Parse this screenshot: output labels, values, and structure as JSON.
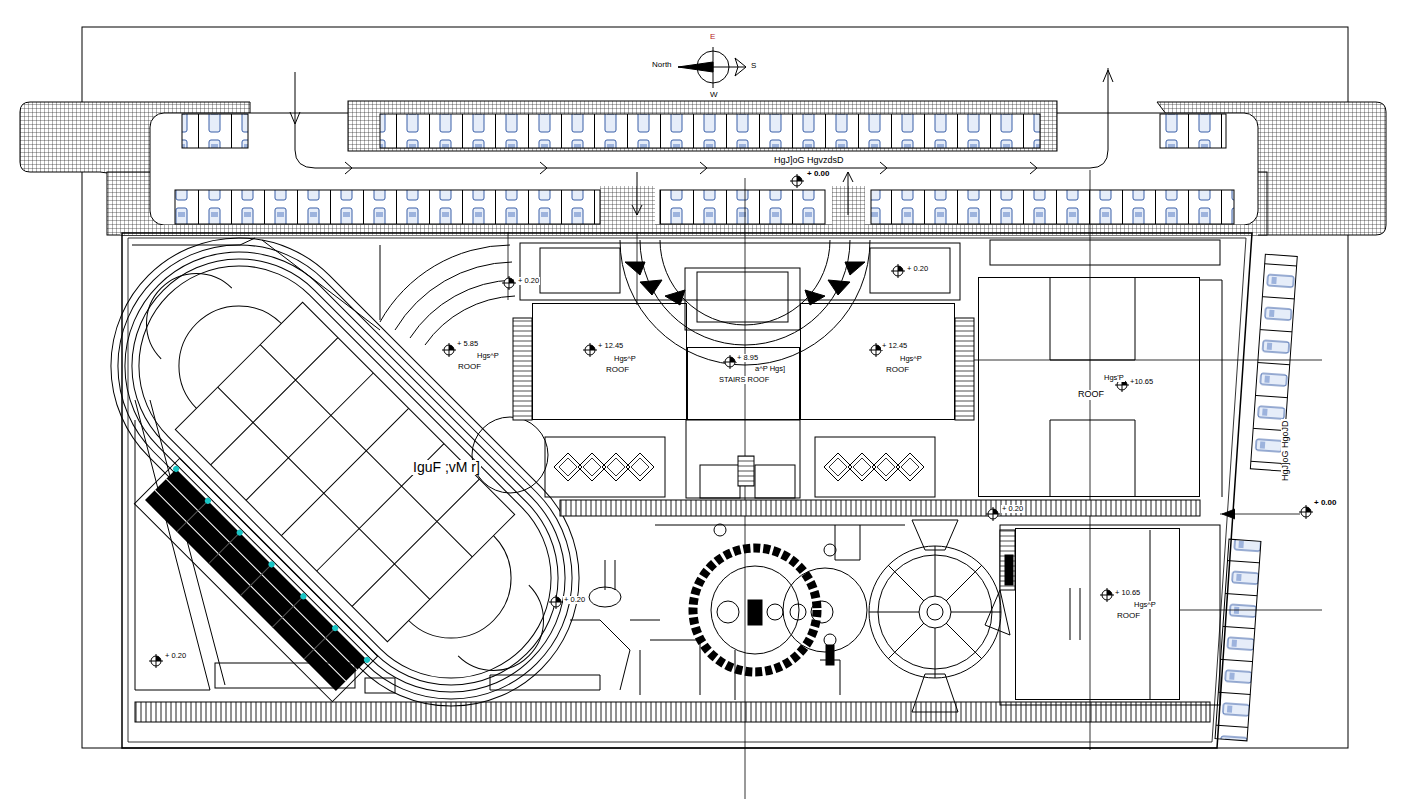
{
  "diagram": {
    "nodes": [
      {
        "text": [
          "+ 12.45",
          "Hgs^P",
          "ROOF"
        ]
      },
      {
        "text": [
          "+ 8.95",
          "a^P Hgs]",
          "STAIRS ROOF"
        ]
      },
      {
        "text": [
          "+ 12.45",
          "Hgs^P",
          "ROOF"
        ]
      },
      {
        "text": [
          "Hgs'P",
          "+10.65",
          "ROOF"
        ]
      },
      {
        "text": [
          "+ 10.65",
          "Hgs^P",
          "ROOF"
        ]
      }
    ],
    "labels": [
      "North",
      "E",
      "S",
      "W",
      "HgJ]oG HgvzdsD",
      "+ 0.00",
      "+ 0.20",
      "+ 0.20",
      "+ 5.85",
      "Hgs^P",
      "ROOF",
      "IguF ;vM r]",
      "+ 0.20",
      "+ 0.20",
      "+ 0.20",
      "HgJ]oG HgoJD",
      "+ 0.00"
    ]
  }
}
